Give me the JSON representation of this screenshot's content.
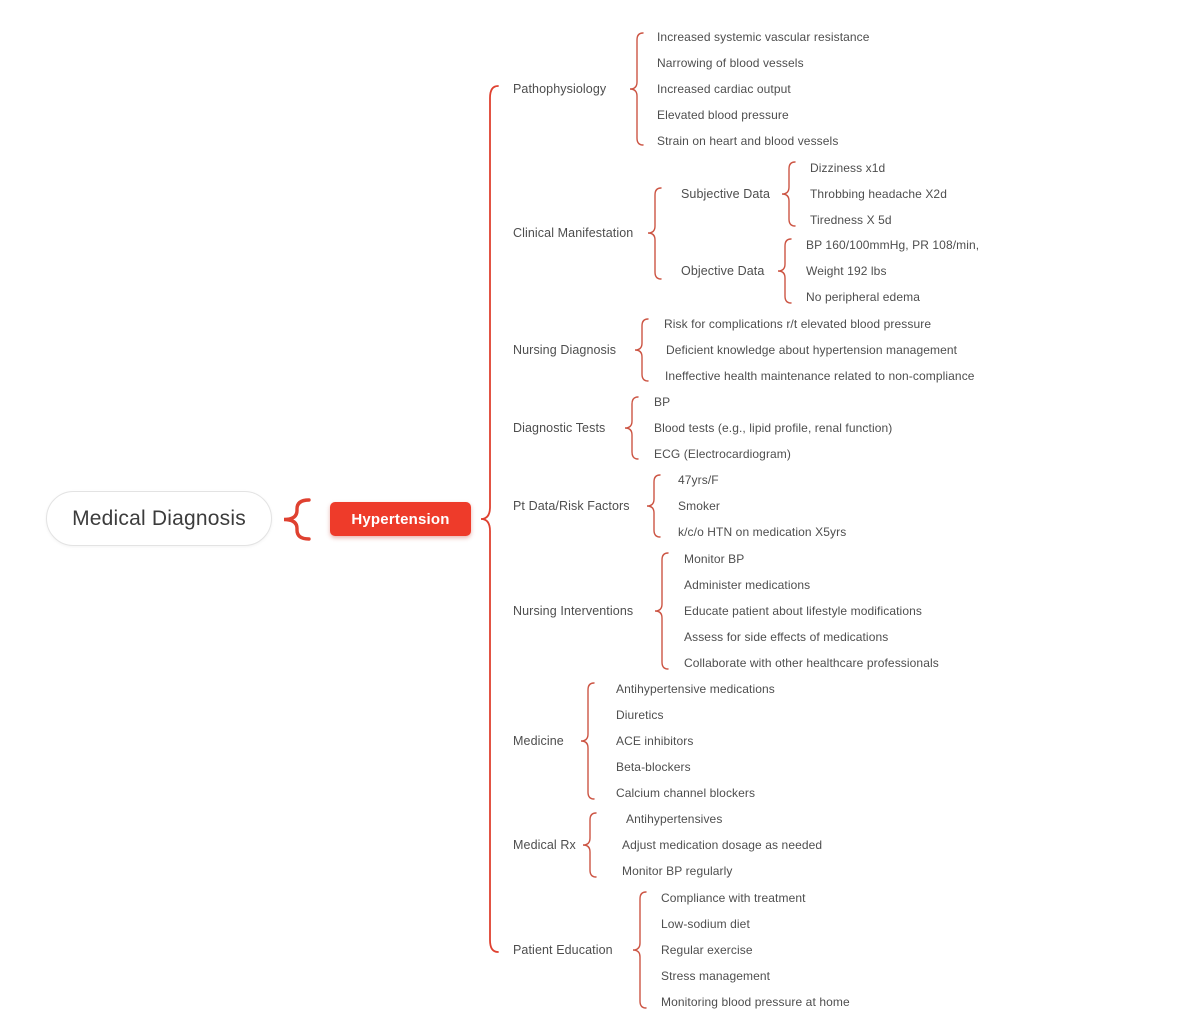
{
  "root": {
    "label": "Medical Diagnosis"
  },
  "topic": {
    "label": "Hypertension"
  },
  "colors": {
    "accent": "#ee3b2a",
    "brace_thin": "#cc5544",
    "brace_bold": "#df4130",
    "text": "#4e4e4e"
  },
  "branches": [
    {
      "label": "Pathophysiology",
      "children": [
        "Increased systemic vascular resistance",
        "Narrowing of blood vessels",
        "Increased cardiac output",
        "Elevated blood pressure",
        "Strain on heart and blood vessels"
      ]
    },
    {
      "label": "Clinical Manifestation",
      "subbranches": [
        {
          "label": "Subjective Data",
          "children": [
            "Dizziness x1d",
            "Throbbing headache X2d",
            "Tiredness X 5d"
          ]
        },
        {
          "label": "Objective Data",
          "children": [
            "BP 160/100mmHg, PR 108/min,",
            "Weight 192 lbs",
            "No peripheral edema"
          ]
        }
      ]
    },
    {
      "label": "Nursing Diagnosis",
      "children": [
        "Risk for complications r/t elevated blood pressure",
        "Deficient knowledge about hypertension management",
        "Ineffective health maintenance related to non-compliance"
      ]
    },
    {
      "label": "Diagnostic Tests",
      "children": [
        "BP",
        "Blood tests (e.g., lipid profile, renal function)",
        "ECG (Electrocardiogram)"
      ]
    },
    {
      "label": "Pt Data/Risk Factors",
      "children": [
        "47yrs/F",
        "Smoker",
        "k/c/o HTN on medication X5yrs"
      ]
    },
    {
      "label": "Nursing Interventions",
      "children": [
        "Monitor BP",
        "Administer medications",
        "Educate patient about lifestyle modifications",
        "Assess for side effects of medications",
        "Collaborate with other healthcare professionals"
      ]
    },
    {
      "label": "Medicine",
      "children": [
        "Antihypertensive medications",
        "Diuretics",
        "ACE inhibitors",
        "Beta-blockers",
        "Calcium channel blockers"
      ]
    },
    {
      "label": "Medical Rx",
      "children": [
        "Antihypertensives",
        "Adjust medication dosage as needed",
        "Monitor BP regularly"
      ]
    },
    {
      "label": "Patient Education",
      "children": [
        "Compliance with treatment",
        "Low-sodium diet",
        "Regular exercise",
        "Stress management",
        "Monitoring blood pressure at home"
      ]
    }
  ]
}
